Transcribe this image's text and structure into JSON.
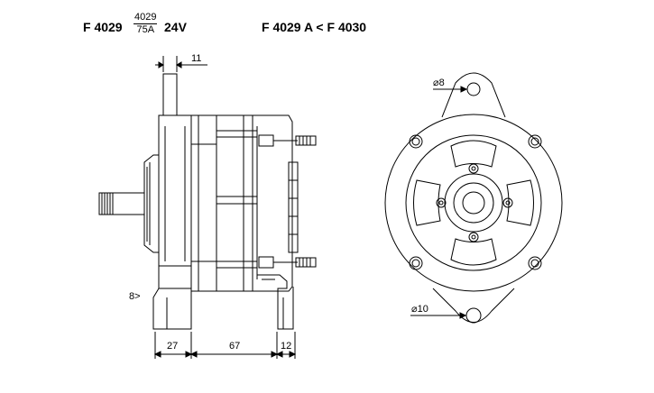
{
  "header": {
    "model_left": "F 4029",
    "fraction_top": "4029",
    "fraction_bottom": "75A",
    "voltage": "24V",
    "model_right": "F 4029 A < F 4030"
  },
  "dimensions": {
    "terminal_width": "11",
    "angle_mark": "8>",
    "dim_27": "27",
    "dim_67": "67",
    "dim_12": "12",
    "hole_top": "⌀8",
    "hole_bottom": "⌀10"
  }
}
